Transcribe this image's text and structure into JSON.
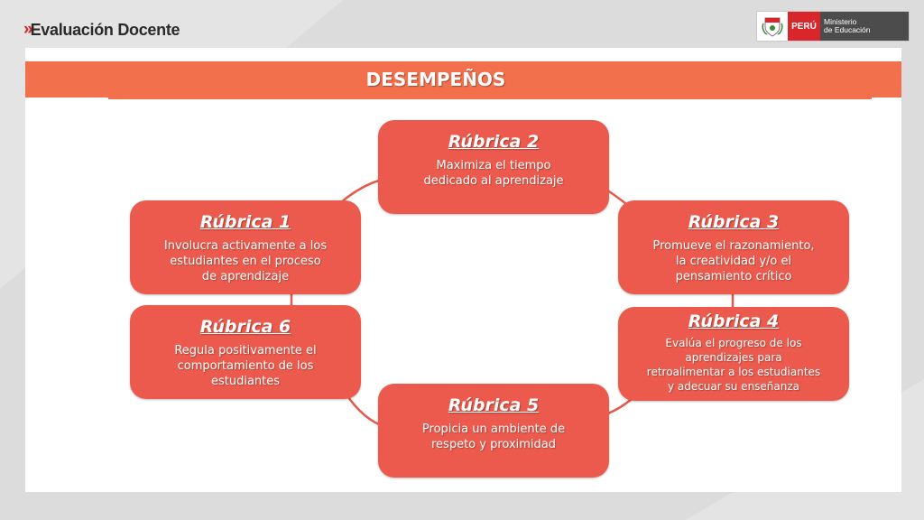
{
  "header": {
    "brand_chevrons": "»",
    "brand_title": "Evaluación Docente",
    "logo": {
      "country": "PERÚ",
      "ministry_line1": "Ministerio",
      "ministry_line2": "de Educación"
    }
  },
  "slide": {
    "title": "DESEMPEÑOS"
  },
  "colors": {
    "accent_orange": "#f2704b",
    "box_fill": "#eb5a4c",
    "brand_red": "#d8262a",
    "connector": "#e8584a"
  },
  "rubrics": [
    {
      "title": "Rúbrica 1",
      "desc": "Involucra activamente a los\nestudiantes en el proceso\nde aprendizaje"
    },
    {
      "title": "Rúbrica 2",
      "desc": "Maximiza el tiempo\ndedicado al aprendizaje"
    },
    {
      "title": "Rúbrica 3",
      "desc": "Promueve el razonamiento,\nla creatividad y/o el\npensamiento crítico"
    },
    {
      "title": "Rúbrica 4",
      "desc": "Evalúa el progreso de los\naprendizajes para\nretroalimentar a los estudiantes\ny adecuar su enseñanza"
    },
    {
      "title": "Rúbrica 5",
      "desc": "Propicia un ambiente de\nrespeto y proximidad"
    },
    {
      "title": "Rúbrica 6",
      "desc": "Regula positivamente el\ncomportamiento de los\nestudiantes"
    }
  ]
}
